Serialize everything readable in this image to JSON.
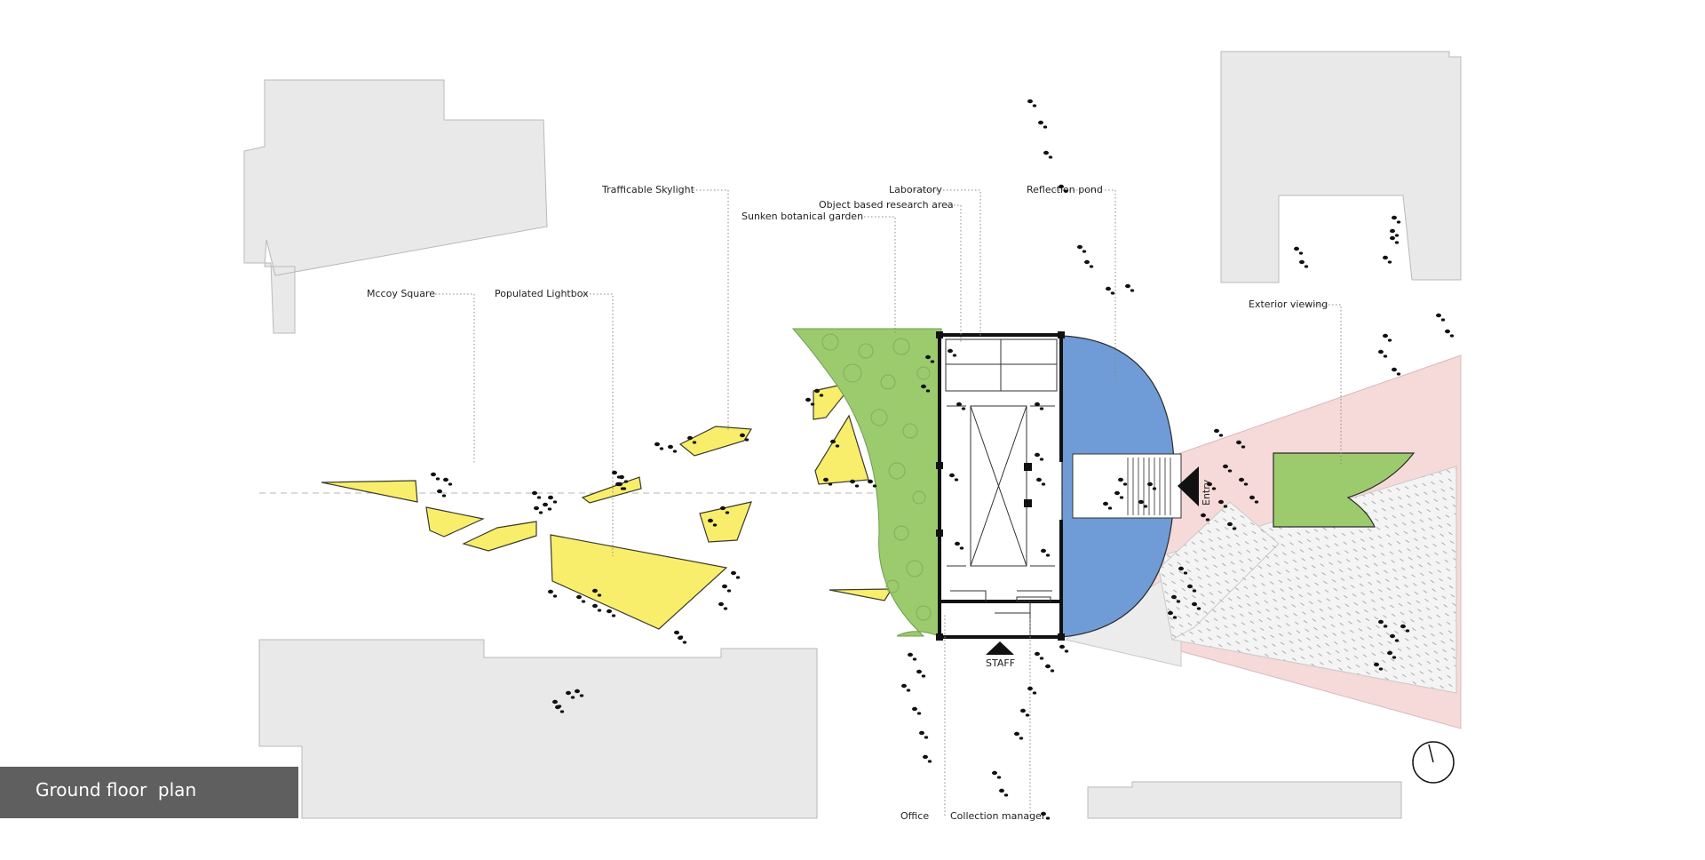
{
  "title": "Ground floor  plan",
  "labels": {
    "trafficable_skylight": "Trafficable Skylight",
    "laboratory": "Laboratory",
    "object_research": "Object based research area",
    "sunken_garden": "Sunken botanical garden",
    "reflection_pond": "Reflection pond",
    "mccoy_square": "Mccoy Square",
    "populated_lightbox": "Populated Lightbox",
    "exterior_viewing": "Exterior viewing",
    "entry": "Entry",
    "staff": "STAFF",
    "office": "Office",
    "collection_manager": "Collection manager"
  },
  "colors": {
    "building_grey": "#e9e9e9",
    "lightbox_yellow": "#f8ee6c",
    "garden_green": "#9ccb6e",
    "pond_blue": "#6f9bd6",
    "view_cone_pink": "#f6d9d9",
    "title_bar": "#5f5f5f"
  },
  "icons": [
    "north-arrow-icon",
    "entry-arrow-icon",
    "staff-arrow-icon",
    "person-figure-icon"
  ]
}
